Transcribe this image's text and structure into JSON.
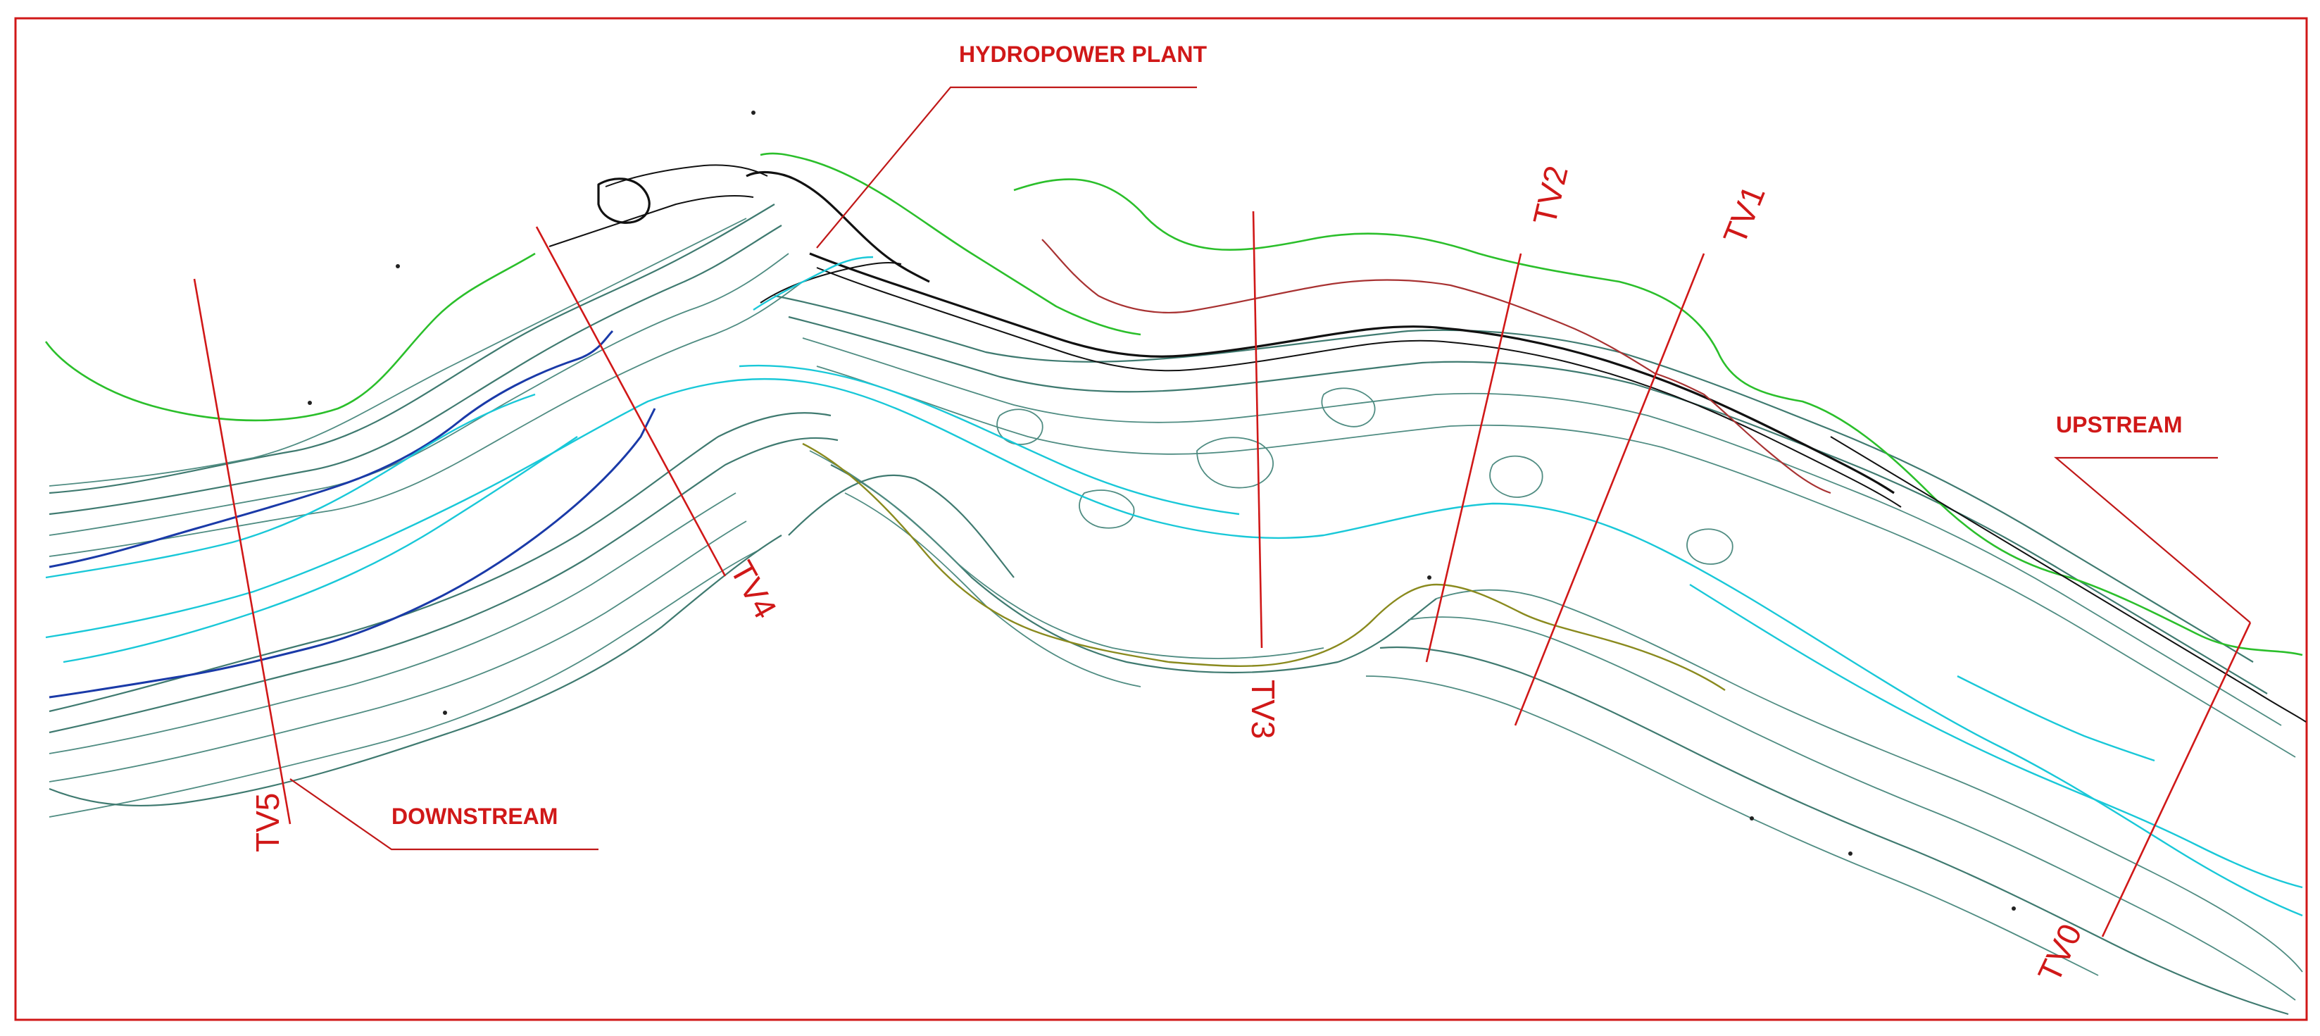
{
  "callouts": {
    "hydropower": "HYDROPOWER PLANT",
    "upstream": "UPSTREAM",
    "downstream": "DOWNSTREAM"
  },
  "sections": {
    "tv0": "TV0",
    "tv1": "TV1",
    "tv2": "TV2",
    "tv3": "TV3",
    "tv4": "TV4",
    "tv5": "TV5"
  },
  "colors": {
    "annotation": "#d01818",
    "contour": "#3f7a70",
    "water_edge": "#19c8d8",
    "river_bank": "#1a3aa8",
    "vegetation_line": "#2bbf2b",
    "road": "#111111"
  }
}
